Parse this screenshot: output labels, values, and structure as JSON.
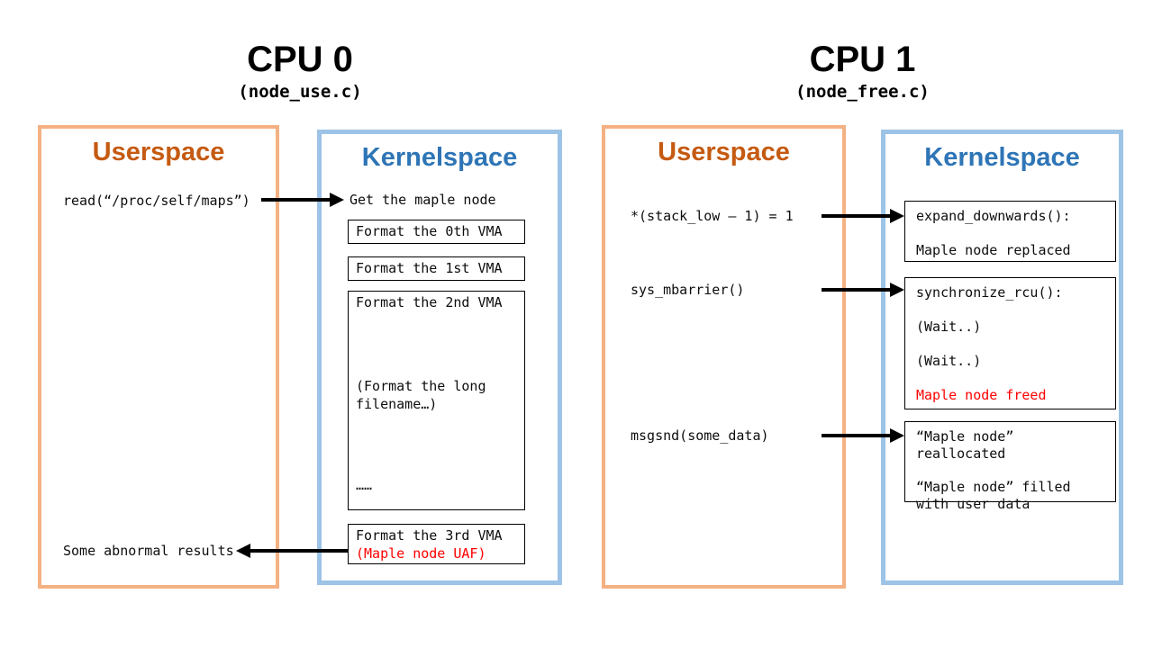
{
  "colors": {
    "userspace_heading": "#C55A11",
    "userspace_border": "#F4B183",
    "kernelspace_heading": "#2E75B6",
    "kernelspace_border": "#9DC3E6",
    "danger_text": "#FF0000",
    "text": "#0D0D0D",
    "arrow": "#000000"
  },
  "cpu0": {
    "title": "CPU 0",
    "subtitle": "(node_use.c)",
    "userspace": {
      "heading": "Userspace",
      "read_call": "read(“/proc/self/maps”)",
      "abnormal_results": "Some abnormal results"
    },
    "kernelspace": {
      "heading": "Kernelspace",
      "get_maple_node": "Get the maple node",
      "vma0": "Format the 0th VMA",
      "vma1": "Format the 1st VMA",
      "vma2": "Format the 2nd VMA",
      "long_filename": "(Format the long filename…)",
      "ellipsis": "……",
      "vma3": "Format the 3rd VMA",
      "vma3_uaf": "(Maple node UAF)"
    }
  },
  "cpu1": {
    "title": "CPU 1",
    "subtitle": "(node_free.c)",
    "userspace": {
      "heading": "Userspace",
      "stack_write": "*(stack_low – 1) = 1",
      "mbarrier": "sys_mbarrier()",
      "msgsnd": "msgsnd(some_data)"
    },
    "kernelspace": {
      "heading": "Kernelspace",
      "expand_box": {
        "title": "expand_downwards():",
        "result": "Maple node replaced"
      },
      "sync_box": {
        "title": "synchronize_rcu():",
        "wait1": "(Wait..)",
        "wait2": "(Wait..)",
        "freed": "Maple node freed"
      },
      "realloc_box": {
        "line1": "“Maple node” reallocated",
        "line2": "“Maple node” filled with user data"
      }
    }
  }
}
